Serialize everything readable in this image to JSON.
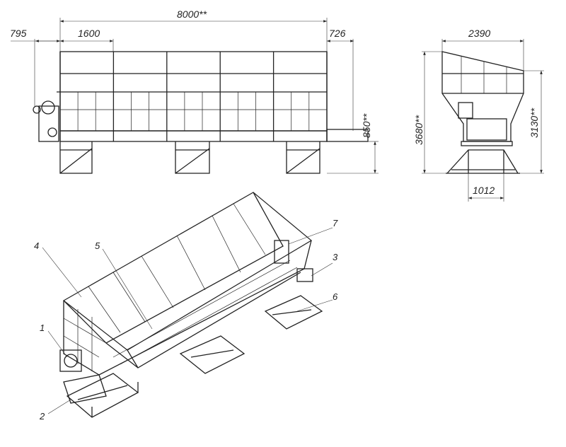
{
  "drawing": {
    "front_view": {
      "dimensions": {
        "overall_length": "8000**",
        "left_overhang": "795",
        "section_length": "1600",
        "right_overhang": "726",
        "base_height": "850**"
      }
    },
    "side_view": {
      "dimensions": {
        "width": "2390",
        "total_height": "3680**",
        "rim_height": "3130**",
        "base_width": "1012"
      }
    },
    "isometric_view": {
      "callouts": [
        "1",
        "2",
        "3",
        "4",
        "5",
        "6",
        "7"
      ]
    },
    "colors": {
      "line": "#222222",
      "background": "#ffffff"
    }
  }
}
